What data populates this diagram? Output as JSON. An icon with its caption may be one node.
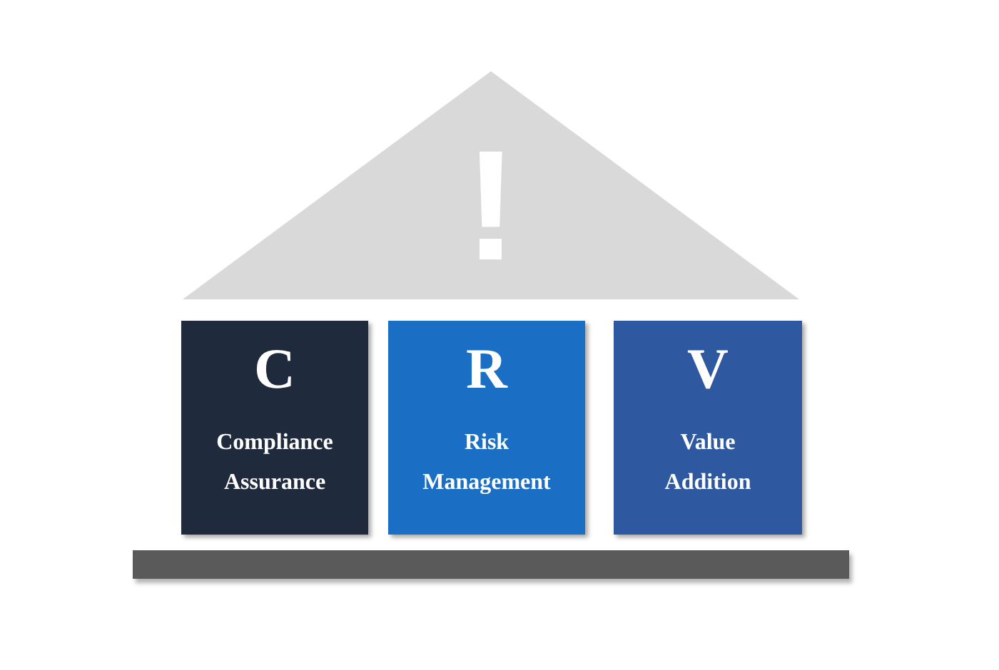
{
  "diagram": {
    "nodes": [
      {
        "text": [
          "!"
        ]
      },
      {
        "text": [
          "C",
          "Compliance Assurance"
        ]
      },
      {
        "text": [
          "R",
          "Risk Management"
        ]
      },
      {
        "text": [
          "V",
          "Value Addition"
        ]
      },
      {
        "text": [],
        "shape": "bar"
      }
    ]
  }
}
